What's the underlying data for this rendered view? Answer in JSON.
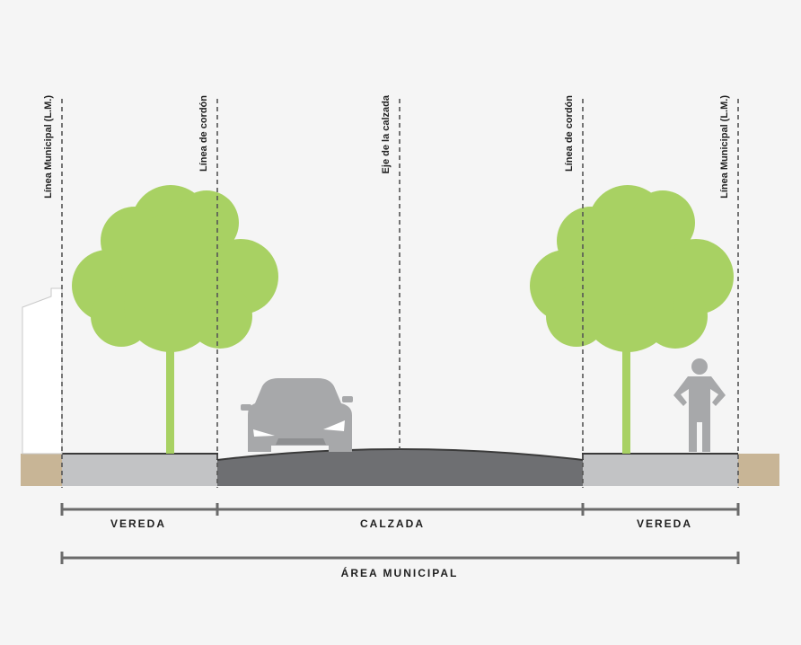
{
  "colors": {
    "background": "#f5f5f5",
    "tree_foliage": "#a8d163",
    "sidewalk": "#c2c3c5",
    "roadway": "#6e6f72",
    "earth": "#c8b596",
    "car": "#a7a8aa",
    "person": "#a7a8aa",
    "dashed_line": "#555555",
    "dimension_line": "#6b6b6b",
    "building": "#ffffff"
  },
  "icons": {
    "left_tree": "tree-icon",
    "right_tree": "tree-icon",
    "car": "car-icon",
    "person": "person-icon",
    "building": "building-icon"
  },
  "lines": {
    "left_municipal": "Línea Municipal (L.M.)",
    "left_curb": "Línea de cordón",
    "axis": "Eje de la calzada",
    "right_curb": "Línea de cordón",
    "right_municipal": "Línea Municipal (L.M.)"
  },
  "dimensions": {
    "left_sidewalk": "VEREDA",
    "roadway": "CALZADA",
    "right_sidewalk": "VEREDA",
    "municipal_area": "ÁREA MUNICIPAL"
  }
}
